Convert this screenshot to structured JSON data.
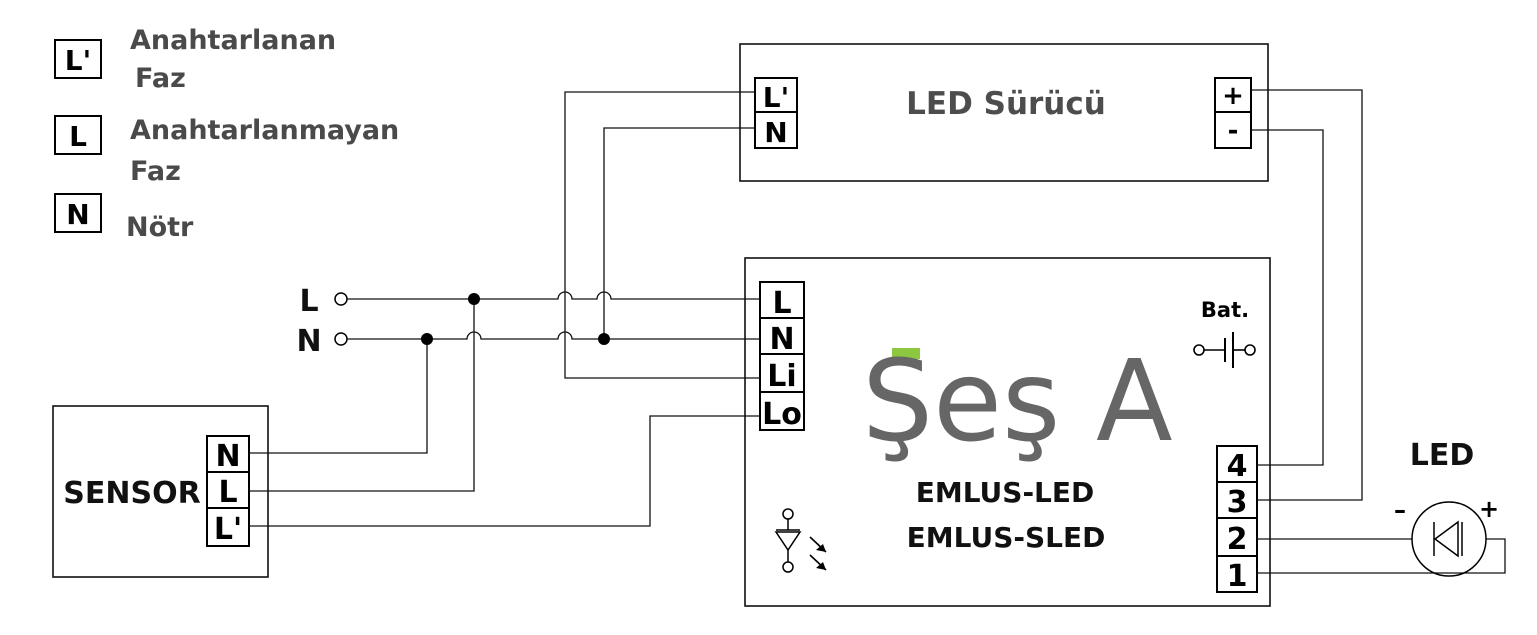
{
  "legend": [
    {
      "symbol": "L'",
      "line1": "Anahtarlanan",
      "line2": "Faz"
    },
    {
      "symbol": "L",
      "line1": "Anahtarlanmayan",
      "line2": "Faz"
    },
    {
      "symbol": "N",
      "line1": "Nötr",
      "line2": ""
    }
  ],
  "supply": {
    "l_label": "L",
    "n_label": "N"
  },
  "driver": {
    "title": "LED Sürücü",
    "terminals_left": [
      "L'",
      "N"
    ],
    "terminals_right": [
      "+",
      "-"
    ]
  },
  "sensor": {
    "title": "SENSOR",
    "terminals": [
      "N",
      "L",
      "L'"
    ]
  },
  "controller": {
    "logo_text": "Şeş A",
    "logo_accent": "#8dc63f",
    "logo_color": "#6d6d6d",
    "model1": "EMLUS-LED",
    "model2": "EMLUS-SLED",
    "battery_label": "Bat.",
    "terminals_left": [
      "L",
      "N",
      "Li",
      "Lo"
    ],
    "terminals_right": [
      "4",
      "3",
      "2",
      "1"
    ],
    "indicator_icon": "led-indicator-icon"
  },
  "led": {
    "title": "LED",
    "minus": "–",
    "plus": "+"
  }
}
